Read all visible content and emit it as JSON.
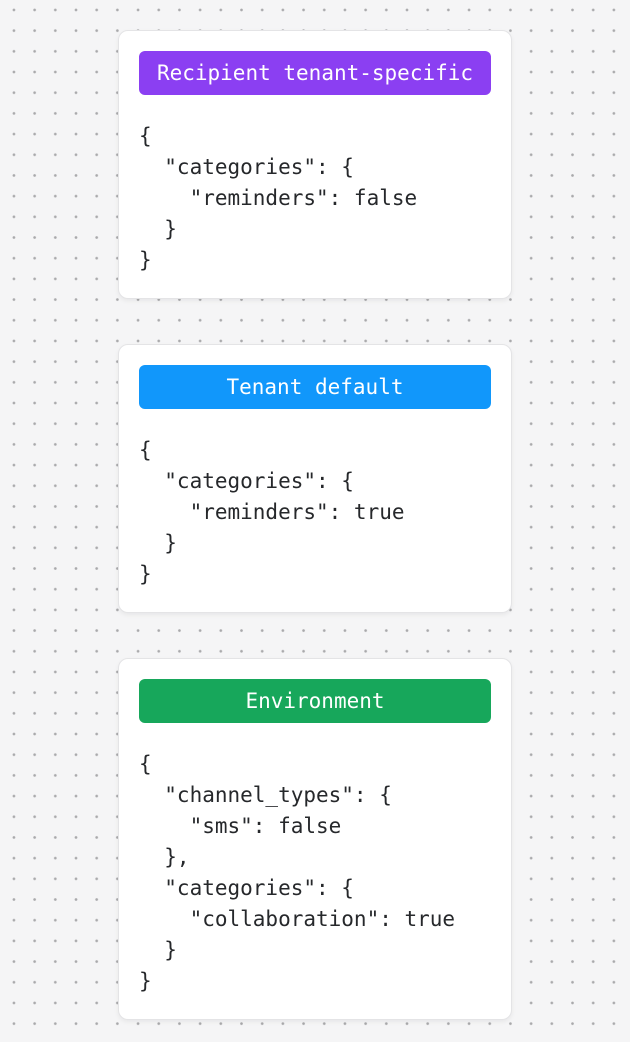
{
  "background": {
    "color": "#f5f5f6",
    "dot_color": "#c4c4c6"
  },
  "cards": [
    {
      "badge": {
        "label": "Recipient tenant-specific",
        "color": "#8b3ff2",
        "text_color": "#ffffff"
      },
      "code": "{\n  \"categories\": {\n    \"reminders\": false\n  }\n}"
    },
    {
      "badge": {
        "label": "Tenant default",
        "color": "#1197fb",
        "text_color": "#ffffff"
      },
      "code": "{\n  \"categories\": {\n    \"reminders\": true\n  }\n}"
    },
    {
      "badge": {
        "label": "Environment",
        "color": "#17a75b",
        "text_color": "#ffffff"
      },
      "code": "{\n  \"channel_types\": {\n    \"sms\": false\n  },\n  \"categories\": {\n    \"collaboration\": true\n  }\n}"
    }
  ]
}
